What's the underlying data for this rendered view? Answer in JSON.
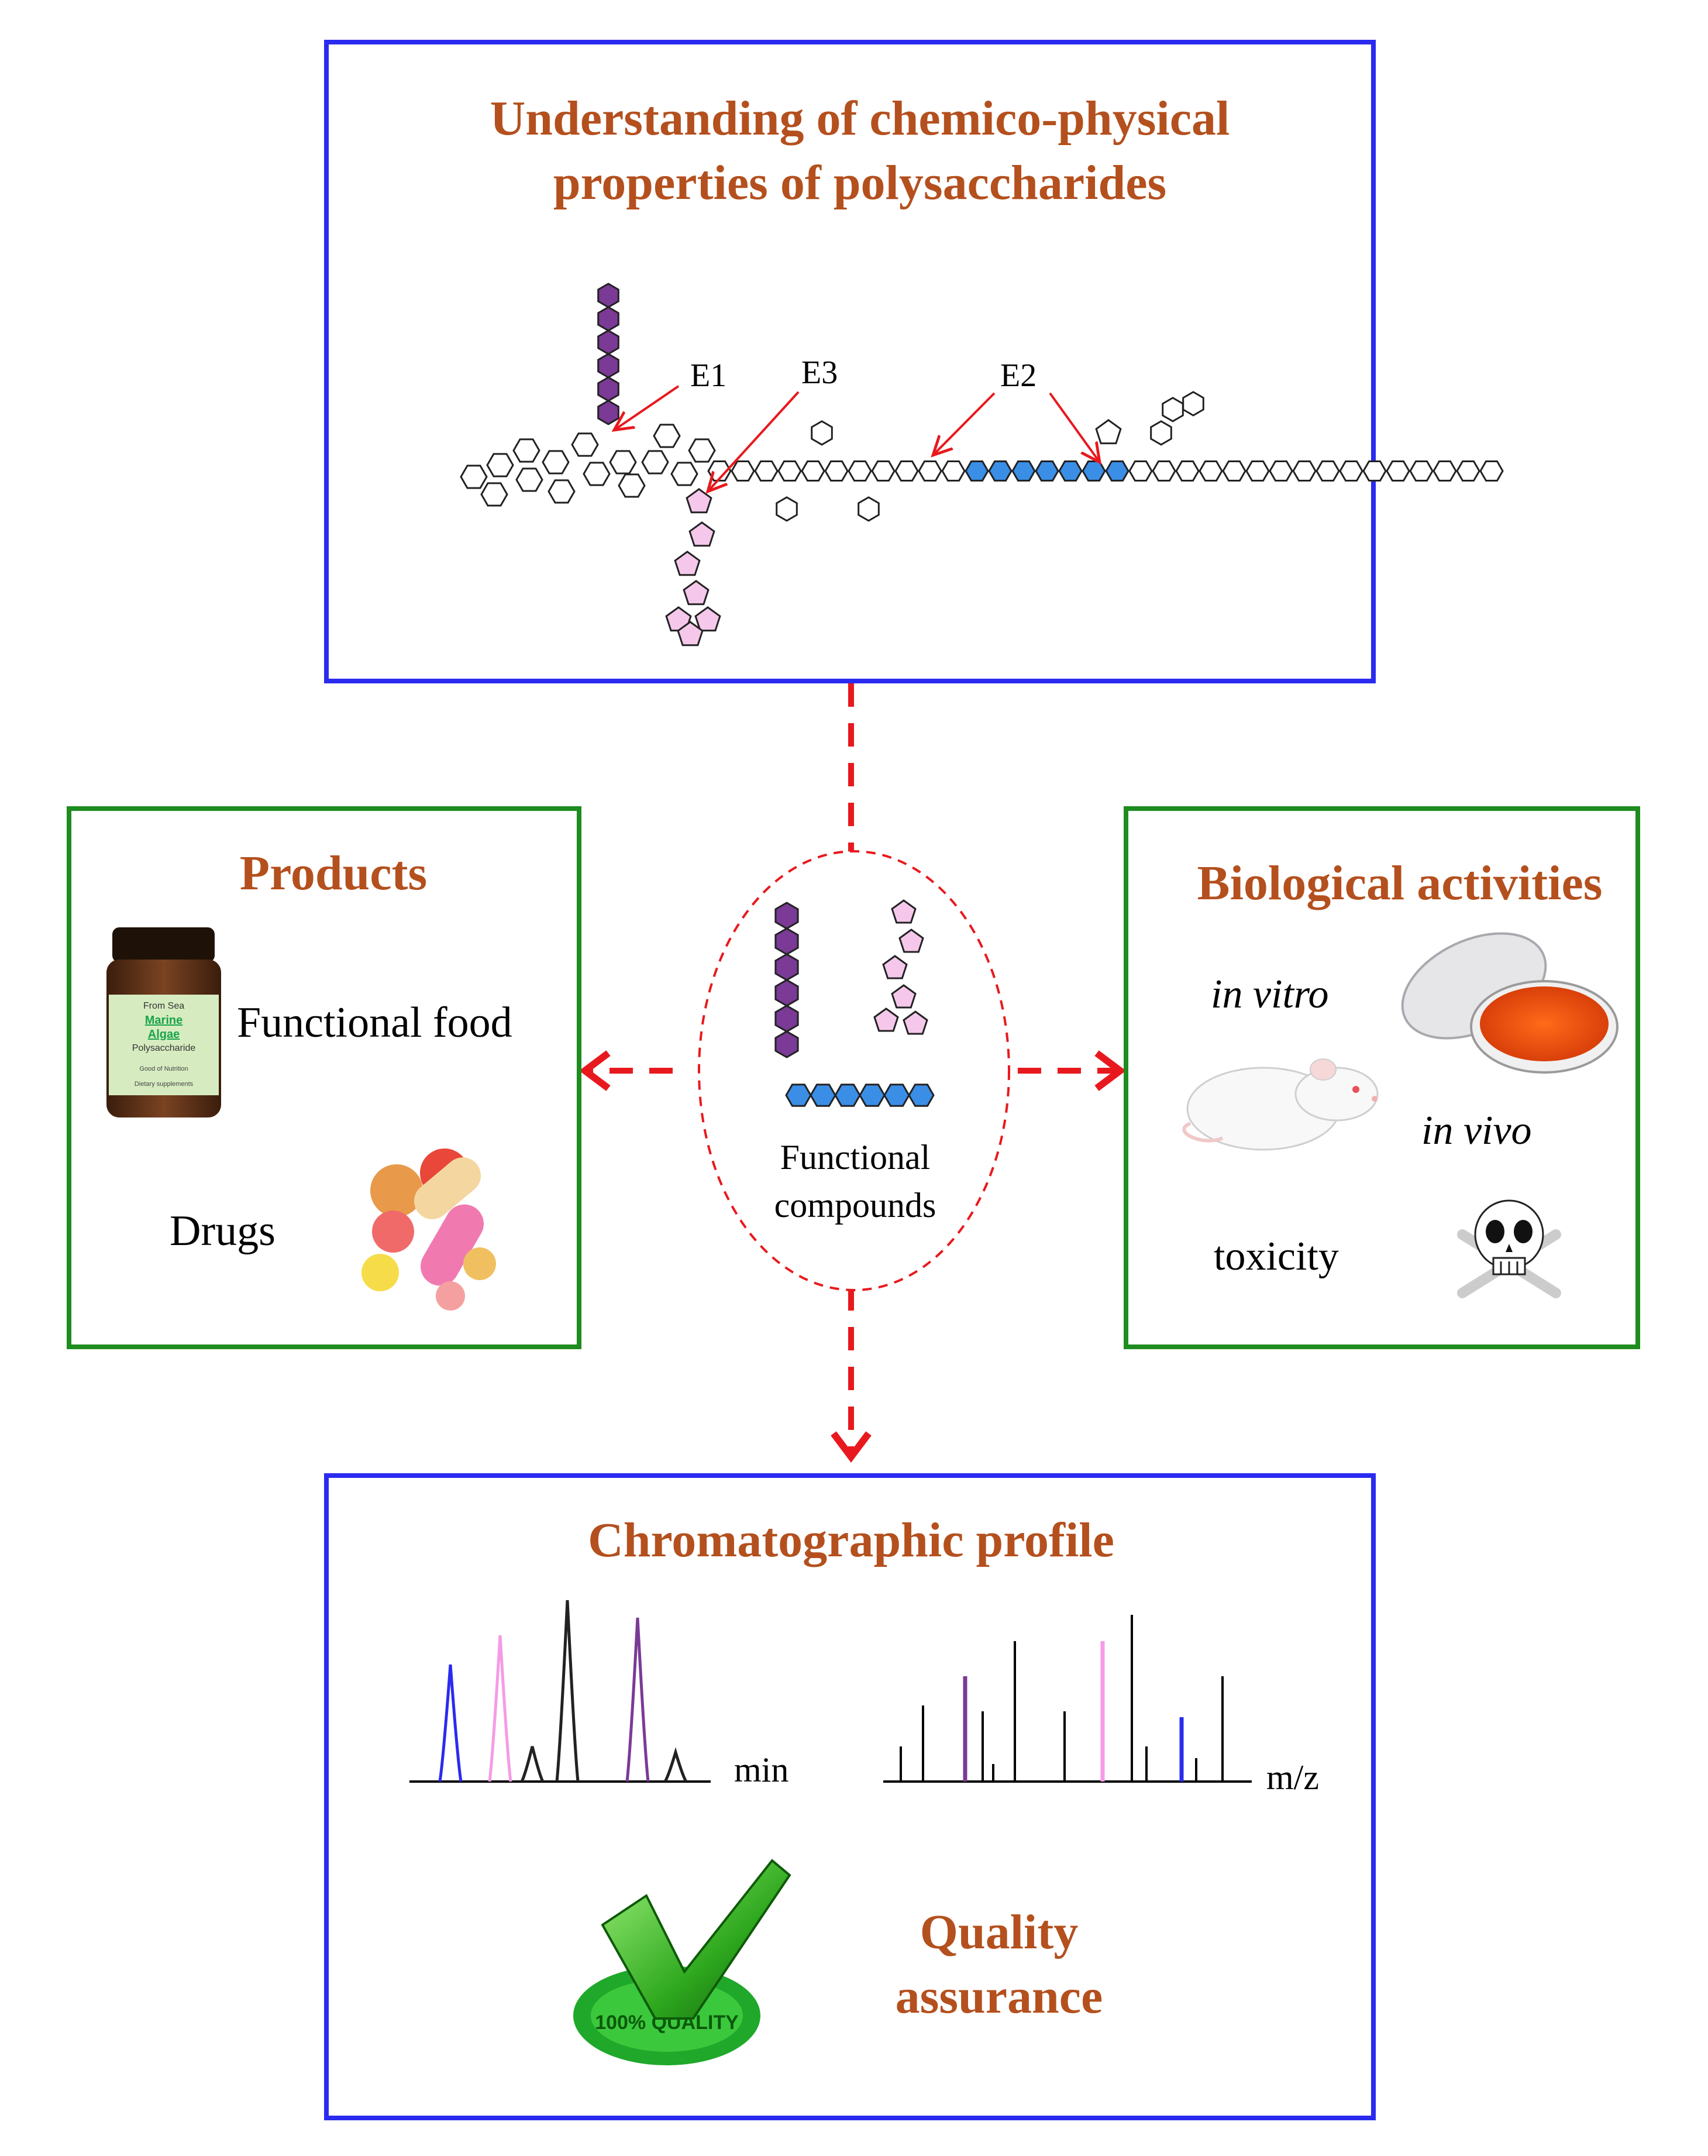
{
  "colors": {
    "title": "#b4501e",
    "blue_frame": "#2b2bf0",
    "green_frame": "#1e8c1e",
    "dash_arrow": "#e8191e",
    "purple": "#7a3a96",
    "pink": "#f5c8eb",
    "blue_unit": "#3a8ee6",
    "ms_purple": "#7a3a96",
    "ms_pink": "#f59be6",
    "ms_blue": "#2b2bf0"
  },
  "top": {
    "title_line1": "Understanding of chemico-physical",
    "title_line2": "properties of polysaccharides",
    "labels": {
      "e1": "E1",
      "e2": "E2",
      "e3": "E3"
    }
  },
  "center": {
    "label_line1": "Functional",
    "label_line2": "compounds"
  },
  "products": {
    "title": "Products",
    "functional_food": "Functional  food",
    "drugs": "Drugs",
    "jar_label": {
      "line1": "From Sea",
      "line2": "Marine",
      "line3": "Algae",
      "line4": "Polysaccharide",
      "line5": "Good of Nutrition",
      "line6": "Dietary supplements"
    }
  },
  "bio": {
    "title": "Biological activities",
    "in_vitro": "in vitro",
    "in_vivo": "in vivo",
    "toxicity": "toxicity"
  },
  "chrom": {
    "title": "Chromatographic profile",
    "min_label": "min",
    "mz_label": "m/z",
    "qa_line1": "Quality",
    "qa_line2": "assurance",
    "seal_text": "100% QUALITY"
  },
  "icons": [
    "supplement-jar-icon",
    "pills-icon",
    "petri-dish-icon",
    "rat-icon",
    "skull-crossbones-icon",
    "checkmark-seal-icon"
  ]
}
